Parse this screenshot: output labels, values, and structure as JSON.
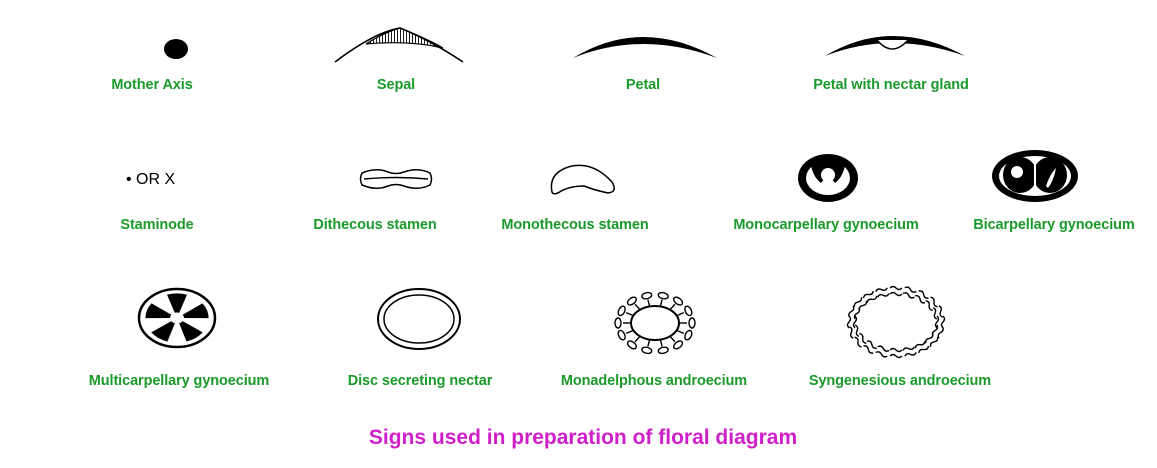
{
  "title": "Signs used in preparation of floral diagram",
  "colors": {
    "label": "#1a9a2a",
    "title": "#d01fc8",
    "symbol": "#000000"
  },
  "staminode_symbol_text": "• OR X",
  "signs": [
    {
      "label": "Mother Axis"
    },
    {
      "label": "Sepal"
    },
    {
      "label": "Petal"
    },
    {
      "label": "Petal with nectar gland"
    },
    {
      "label": "Staminode"
    },
    {
      "label": "Dithecous stamen"
    },
    {
      "label": "Monothecous stamen"
    },
    {
      "label": "Monocarpellary gynoecium"
    },
    {
      "label": "Bicarpellary gynoecium"
    },
    {
      "label": "Multicarpellary gynoecium"
    },
    {
      "label": "Disc secreting nectar"
    },
    {
      "label": "Monadelphous androecium"
    },
    {
      "label": "Syngenesious androecium"
    }
  ]
}
